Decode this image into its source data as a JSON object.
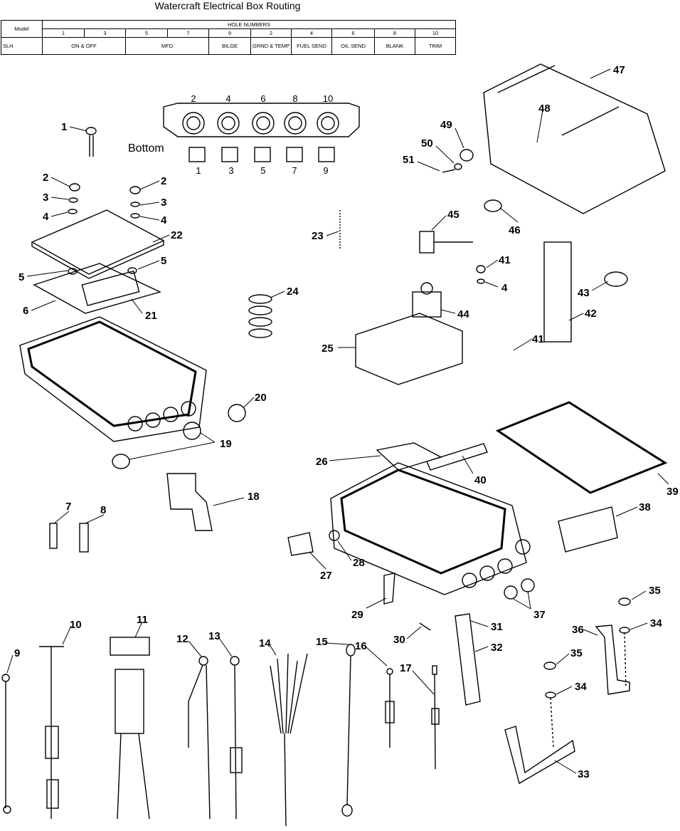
{
  "title": "Watercraft Electrical Box Routing",
  "table": {
    "model_header": "Model",
    "hole_numbers_header": "HOLE NUMBERS",
    "hole_columns": [
      "1",
      "3",
      "5",
      "7",
      "9",
      "2",
      "4",
      "6",
      "8",
      "10"
    ],
    "row_model": "SLH",
    "row_values": [
      "ON & OFF",
      "MFD",
      "BILGE",
      "GRND & TEMP",
      "FUEL SEND",
      "OIL SEND",
      "BLANK",
      "TRIM"
    ]
  },
  "bottom_label": "Bottom",
  "bottom_holes_top": [
    "2",
    "4",
    "6",
    "8",
    "10"
  ],
  "bottom_holes_bottom": [
    "1",
    "3",
    "5",
    "7",
    "9"
  ],
  "callouts": [
    {
      "id": "c1",
      "text": "1"
    },
    {
      "id": "c2a",
      "text": "2"
    },
    {
      "id": "c3a",
      "text": "3"
    },
    {
      "id": "c4a",
      "text": "4"
    },
    {
      "id": "c2b",
      "text": "2"
    },
    {
      "id": "c3b",
      "text": "3"
    },
    {
      "id": "c4b",
      "text": "4"
    },
    {
      "id": "c22",
      "text": "22"
    },
    {
      "id": "c5a",
      "text": "5"
    },
    {
      "id": "c5b",
      "text": "5"
    },
    {
      "id": "c6",
      "text": "6"
    },
    {
      "id": "c21",
      "text": "21"
    },
    {
      "id": "c20",
      "text": "20"
    },
    {
      "id": "c19",
      "text": "19"
    },
    {
      "id": "c18",
      "text": "18"
    },
    {
      "id": "c7",
      "text": "7"
    },
    {
      "id": "c8",
      "text": "8"
    },
    {
      "id": "c23",
      "text": "23"
    },
    {
      "id": "c24",
      "text": "24"
    },
    {
      "id": "c45",
      "text": "45"
    },
    {
      "id": "c41a",
      "text": "41"
    },
    {
      "id": "c4c",
      "text": "4"
    },
    {
      "id": "c44",
      "text": "44"
    },
    {
      "id": "c25",
      "text": "25"
    },
    {
      "id": "c41b",
      "text": "41"
    },
    {
      "id": "c42",
      "text": "42"
    },
    {
      "id": "c43",
      "text": "43"
    },
    {
      "id": "c47",
      "text": "47"
    },
    {
      "id": "c48",
      "text": "48"
    },
    {
      "id": "c49",
      "text": "49"
    },
    {
      "id": "c50",
      "text": "50"
    },
    {
      "id": "c51",
      "text": "51"
    },
    {
      "id": "c46",
      "text": "46"
    },
    {
      "id": "c26",
      "text": "26"
    },
    {
      "id": "c40",
      "text": "40"
    },
    {
      "id": "c39",
      "text": "39"
    },
    {
      "id": "c38",
      "text": "38"
    },
    {
      "id": "c28",
      "text": "28"
    },
    {
      "id": "c27",
      "text": "27"
    },
    {
      "id": "c29",
      "text": "29"
    },
    {
      "id": "c37",
      "text": "37"
    },
    {
      "id": "c30",
      "text": "30"
    },
    {
      "id": "c31",
      "text": "31"
    },
    {
      "id": "c32",
      "text": "32"
    },
    {
      "id": "c35a",
      "text": "35"
    },
    {
      "id": "c34a",
      "text": "34"
    },
    {
      "id": "c36",
      "text": "36"
    },
    {
      "id": "c35b",
      "text": "35"
    },
    {
      "id": "c34b",
      "text": "34"
    },
    {
      "id": "c33",
      "text": "33"
    },
    {
      "id": "c9",
      "text": "9"
    },
    {
      "id": "c10",
      "text": "10"
    },
    {
      "id": "c11",
      "text": "11"
    },
    {
      "id": "c12",
      "text": "12"
    },
    {
      "id": "c13",
      "text": "13"
    },
    {
      "id": "c14",
      "text": "14"
    },
    {
      "id": "c15",
      "text": "15"
    },
    {
      "id": "c16",
      "text": "16"
    },
    {
      "id": "c17",
      "text": "17"
    }
  ]
}
